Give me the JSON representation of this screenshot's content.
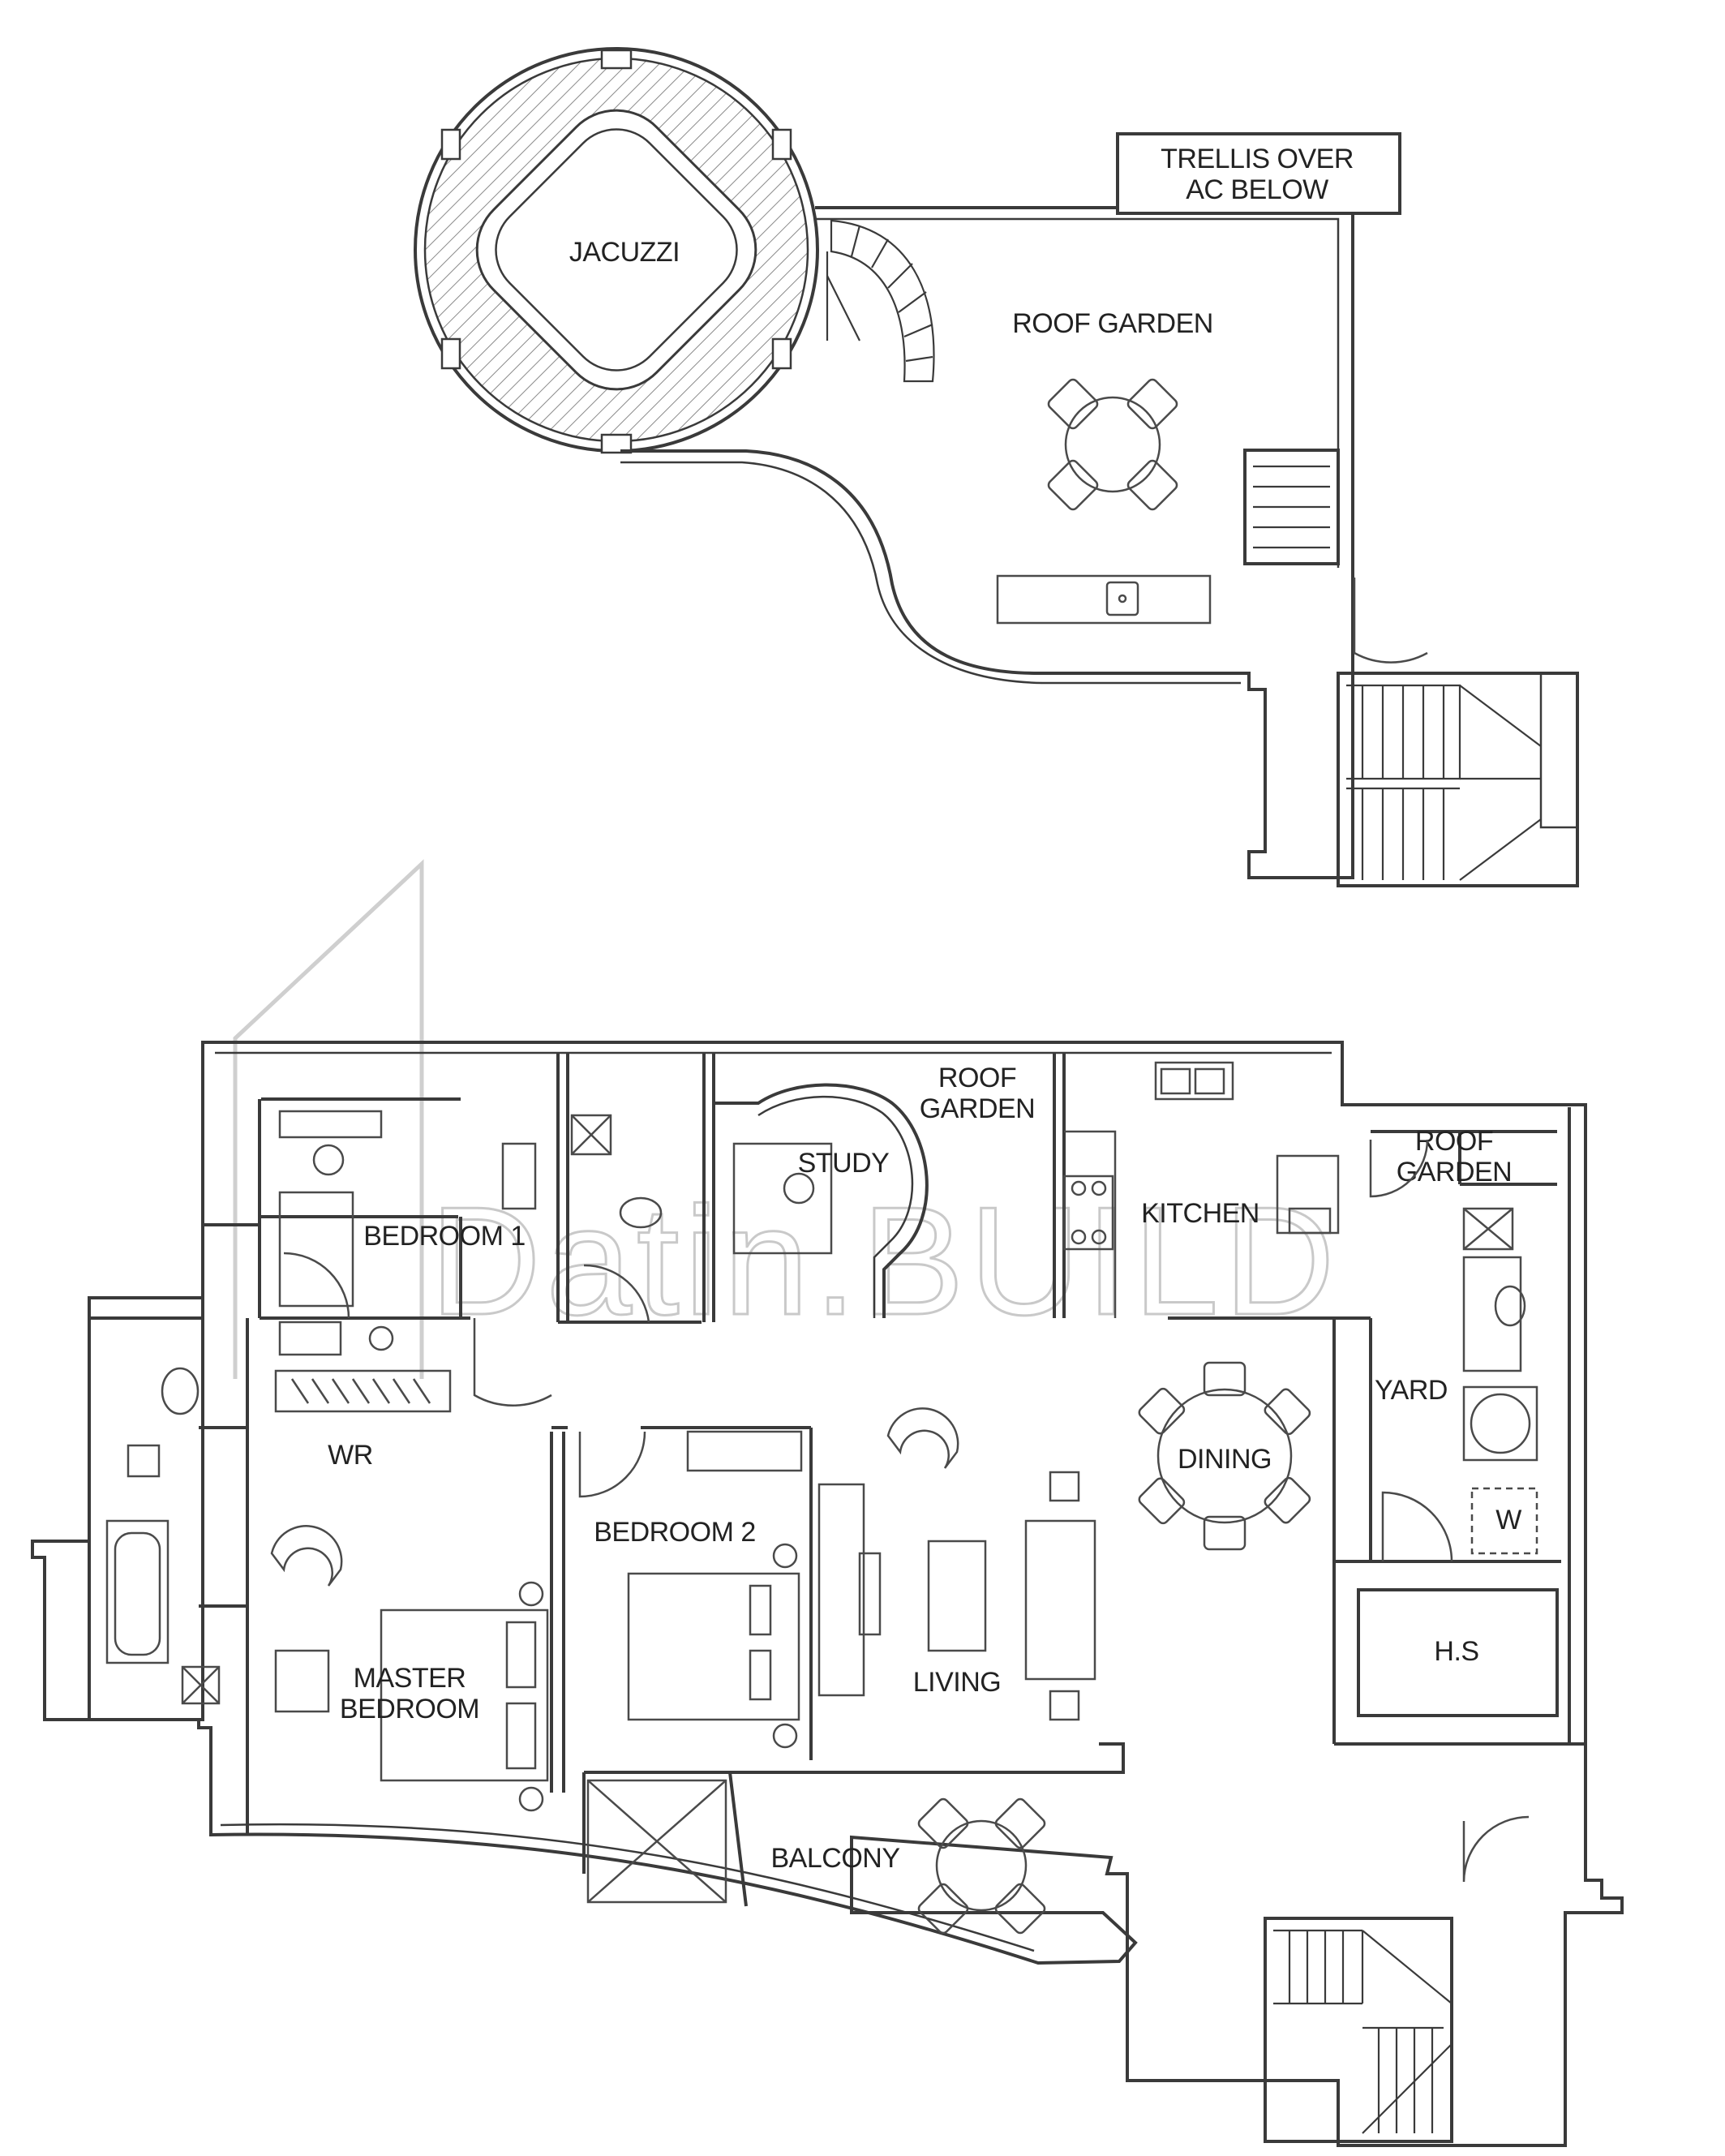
{
  "watermark": "Datin.BUILD",
  "labels": {
    "trellis_line1": "TRELLIS OVER",
    "trellis_line2": "AC BELOW",
    "jacuzzi": "JACUZZI",
    "roof_garden_upper": "ROOF GARDEN",
    "roof_garden_study_1": "ROOF",
    "roof_garden_study_2": "GARDEN",
    "roof_garden_yard_1": "ROOF",
    "roof_garden_yard_2": "GARDEN",
    "study": "STUDY",
    "bedroom1": "BEDROOM 1",
    "kitchen": "KITCHEN",
    "yard": "YARD",
    "wr": "WR",
    "dining": "DINING",
    "bedroom2": "BEDROOM 2",
    "w": "W",
    "hs": "H.S",
    "master_1": "MASTER",
    "master_2": "BEDROOM",
    "living": "LIVING",
    "balcony": "BALCONY"
  },
  "colors": {
    "line": "#3a3a3a",
    "watermark": "#c9c9c9",
    "hatch": "#8a8a8a"
  }
}
